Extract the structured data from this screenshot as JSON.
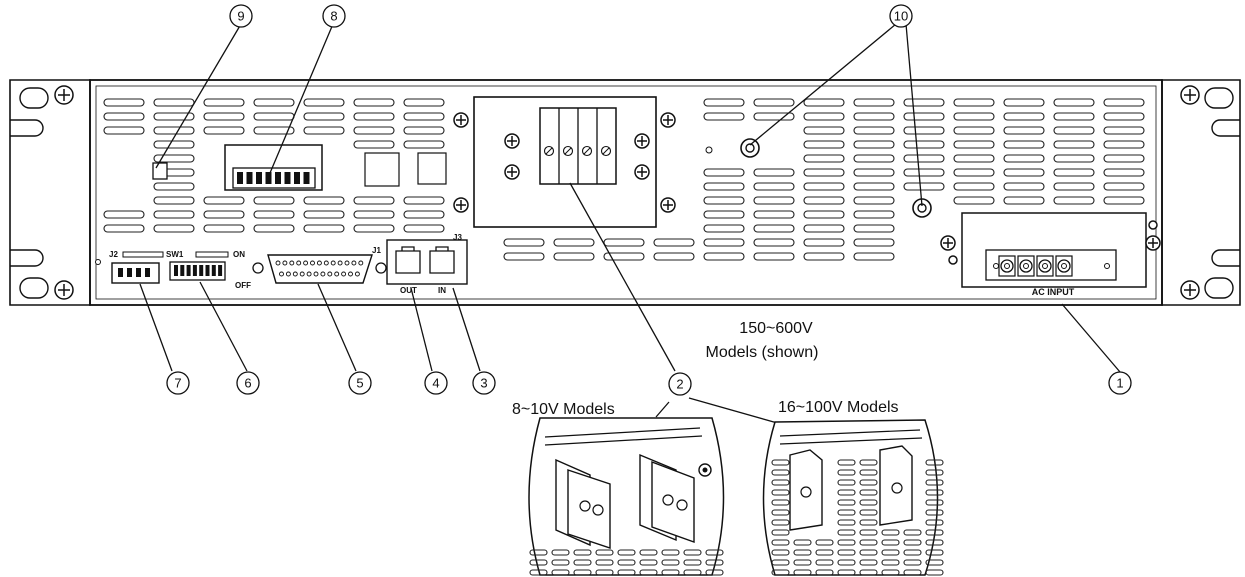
{
  "labels": {
    "j1": "J1",
    "j2": "J2",
    "j3": "J3",
    "sw1": "SW1",
    "on": "ON",
    "off": "OFF",
    "out": "OUT",
    "in": "IN",
    "ac_input": "AC INPUT",
    "models_main_line1": "150~600V",
    "models_main_line2": "Models (shown)",
    "models_low": "8~10V Models",
    "models_mid": "16~100V Models"
  },
  "callouts": [
    "1",
    "2",
    "3",
    "4",
    "5",
    "6",
    "7",
    "8",
    "9",
    "10"
  ]
}
